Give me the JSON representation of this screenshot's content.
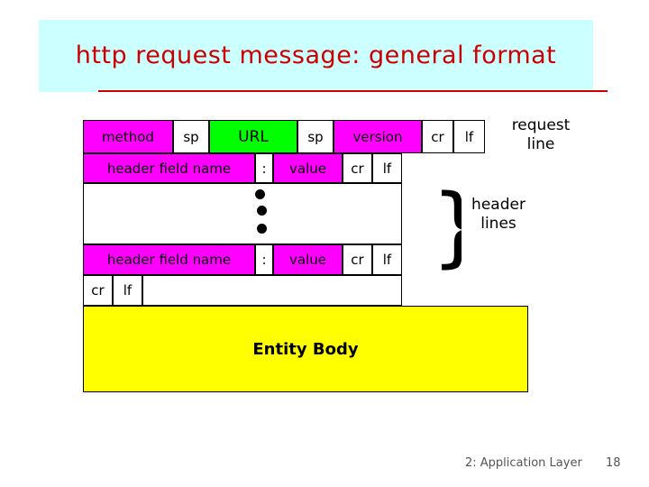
{
  "slide": {
    "title": "http request message: general format",
    "title_color": "#cc0000",
    "banner_color": "#ccffff"
  },
  "diagram": {
    "request_line": {
      "method": "method",
      "sp1": "sp",
      "url": "URL",
      "sp2": "sp",
      "version": "version",
      "cr": "cr",
      "lf": "lf"
    },
    "header_line_first": {
      "field_name": "header field name",
      "colon": ":",
      "value": "value",
      "cr": "cr",
      "lf": "lf"
    },
    "header_line_last": {
      "field_name": "header field name",
      "colon": ":",
      "value": "value",
      "cr": "cr",
      "lf": "lf"
    },
    "blank_line": {
      "cr": "cr",
      "lf": "lf"
    },
    "entity_body": "Entity Body",
    "annotations": {
      "request_line": "request\nline",
      "header_lines": "header\nlines",
      "brace": "}"
    },
    "colors": {
      "magenta": "#ff00ff",
      "green": "#00ff00",
      "yellow": "#ffff00",
      "white": "#ffffff",
      "border": "#000000"
    }
  },
  "footer": {
    "text": "2: Application Layer",
    "page": "18"
  }
}
